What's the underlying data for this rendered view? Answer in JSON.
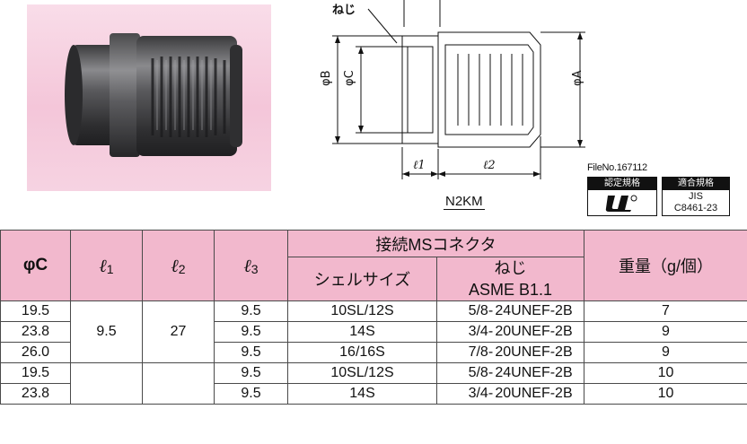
{
  "product": {
    "model": "N2KM"
  },
  "drawing_labels": {
    "neji": "ねじ",
    "phiB": "φB",
    "phiC": "φC",
    "phiA": "φA",
    "l1": "ℓ1",
    "l2": "ℓ2"
  },
  "certifications": {
    "file_no": "FileNo.167112",
    "ul_header": "認定規格",
    "jis_header": "適合規格",
    "jis_line1": "JIS",
    "jis_line2": "C8461-23"
  },
  "colors": {
    "header_pink": "#f2b8cd",
    "photo_background": "#f4c6d9"
  },
  "table": {
    "headers": {
      "phiC": "φC",
      "l1": "ℓ",
      "l1_sub": "1",
      "l2": "ℓ",
      "l2_sub": "2",
      "l3": "ℓ",
      "l3_sub": "3",
      "ms_connector": "接続MSコネクタ",
      "shell_size": "シェルサイズ",
      "neji": "ねじ",
      "asme": "ASME B1.1",
      "weight": "重量（g/個）"
    },
    "group1": {
      "l1": "9.5",
      "l2": "27"
    },
    "rows": [
      {
        "phiC": "19.5",
        "l3": "9.5",
        "shell": "10SL/12S",
        "thread_a": "5/8-",
        "thread_b": "24UNEF-2B",
        "weight": "7"
      },
      {
        "phiC": "23.8",
        "l3": "9.5",
        "shell": "14S",
        "thread_a": "3/4-",
        "thread_b": "20UNEF-2B",
        "weight": "9"
      },
      {
        "phiC": "26.0",
        "l3": "9.5",
        "shell": "16/16S",
        "thread_a": "7/8-",
        "thread_b": "20UNEF-2B",
        "weight": "9"
      },
      {
        "phiC": "19.5",
        "l3": "9.5",
        "shell": "10SL/12S",
        "thread_a": "5/8-",
        "thread_b": "24UNEF-2B",
        "weight": "10"
      },
      {
        "phiC": "23.8",
        "l3": "9.5",
        "shell": "14S",
        "thread_a": "3/4-",
        "thread_b": "20UNEF-2B",
        "weight": "10"
      }
    ]
  }
}
